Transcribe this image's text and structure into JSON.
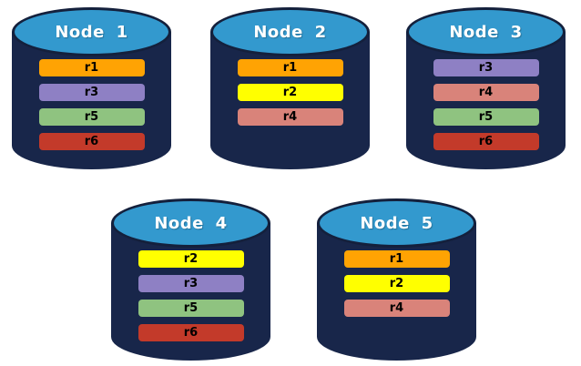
{
  "palette": {
    "background": "#FFFFFF",
    "cyl_top": "#3399CE",
    "cyl_body": "#18264A",
    "cyl_outline": "#14203C",
    "title_text": "#FFFFFF",
    "bar_text": "#000000",
    "replica_orange": "#FFA303",
    "replica_yellow": "#FFFF00",
    "replica_purple": "#8E80C4",
    "replica_green": "#8FC380",
    "replica_red": "#C33A2A",
    "replica_salmon": "#D9837A"
  },
  "nodes": [
    {
      "title": "Node 1",
      "replicas": [
        {
          "label": "r1",
          "color": "#FFA303"
        },
        {
          "label": "r3",
          "color": "#8E80C4"
        },
        {
          "label": "r5",
          "color": "#8FC380"
        },
        {
          "label": "r6",
          "color": "#C33A2A"
        }
      ]
    },
    {
      "title": "Node 2",
      "replicas": [
        {
          "label": "r1",
          "color": "#FFA303"
        },
        {
          "label": "r2",
          "color": "#FFFF00"
        },
        {
          "label": "r4",
          "color": "#D9837A"
        }
      ]
    },
    {
      "title": "Node 3",
      "replicas": [
        {
          "label": "r3",
          "color": "#8E80C4"
        },
        {
          "label": "r4",
          "color": "#D9837A"
        },
        {
          "label": "r5",
          "color": "#8FC380"
        },
        {
          "label": "r6",
          "color": "#C33A2A"
        }
      ]
    },
    {
      "title": "Node 4",
      "replicas": [
        {
          "label": "r2",
          "color": "#FFFF00"
        },
        {
          "label": "r3",
          "color": "#8E80C4"
        },
        {
          "label": "r5",
          "color": "#8FC380"
        },
        {
          "label": "r6",
          "color": "#C33A2A"
        }
      ]
    },
    {
      "title": "Node 5",
      "replicas": [
        {
          "label": "r1",
          "color": "#FFA303"
        },
        {
          "label": "r2",
          "color": "#FFFF00"
        },
        {
          "label": "r4",
          "color": "#D9837A"
        }
      ]
    }
  ]
}
